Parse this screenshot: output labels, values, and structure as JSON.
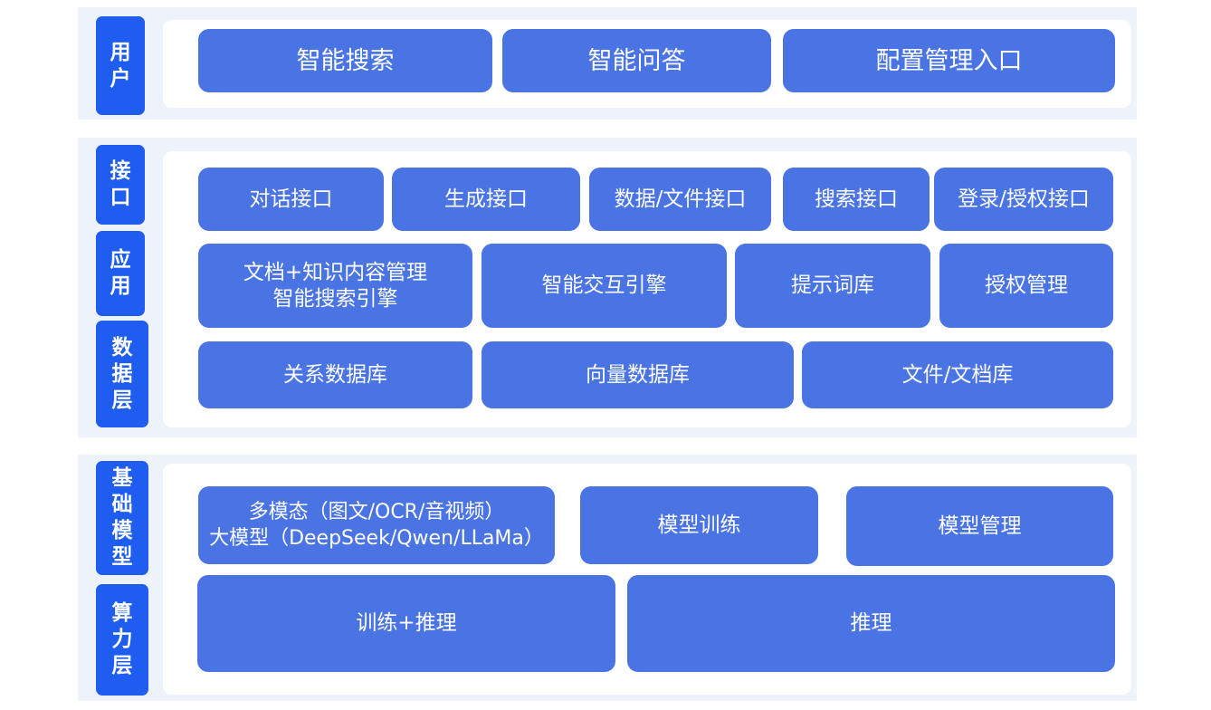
{
  "layers": {
    "user": "用户",
    "interface": "接口",
    "application": "应用",
    "data": "数据层",
    "base_model": "基础模型",
    "compute": "算力层"
  },
  "user_row": [
    "智能搜索",
    "智能问答",
    "配置管理入口"
  ],
  "interface_row": [
    "对话接口",
    "生成接口",
    "数据/文件接口",
    "搜索接口",
    "登录/授权接口"
  ],
  "application_row": [
    "文档+知识内容管理\n智能搜索引擎",
    "智能交互引擎",
    "提示词库",
    "授权管理"
  ],
  "data_row": [
    "关系数据库",
    "向量数据库",
    "文件/文档库"
  ],
  "model_row": [
    "多模态（图文/OCR/音视频）\n大模型（DeepSeek/Qwen/LLaMa）",
    "模型训练",
    "模型管理"
  ],
  "compute_row": [
    "训练+推理",
    "推理"
  ],
  "colors": {
    "side_label": "#1f5cf0",
    "box": "#4a74e4",
    "band": "#edf2fb",
    "panel": "#ffffff"
  }
}
